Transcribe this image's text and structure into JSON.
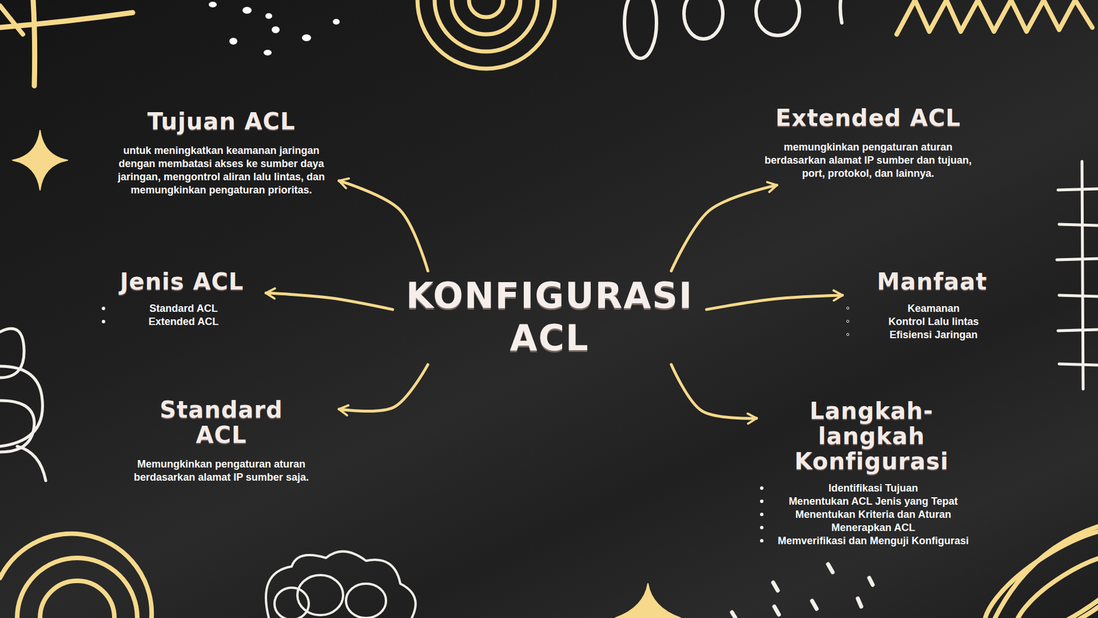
{
  "diagram": {
    "nodes": [
      {
        "text": [
          "Tujuan ACL",
          "untuk meningkatkan keamanan jaringan dengan membatasi akses ke sumber daya jaringan, mengontrol aliran lalu lintas, dan memungkinkan pengaturan prioritas."
        ]
      },
      {
        "text": [
          "Extended ACL",
          "memungkinkan pengaturan aturan berdasarkan alamat IP sumber dan tujuan, port, protokol, dan lainnya."
        ]
      },
      {
        "text": [
          "Jenis ACL",
          "Standard ACL",
          "Extended ACL"
        ]
      },
      {
        "text": [
          "KONFIGURASI ACL"
        ]
      },
      {
        "text": [
          "Manfaat",
          "Keamanan",
          "Kontrol Lalu lintas",
          "Efisiensi Jaringan"
        ]
      },
      {
        "text": [
          "Standard ACL",
          "Memungkinkan pengaturan aturan berdasarkan alamat IP sumber saja."
        ]
      },
      {
        "text": [
          "Langkah-langkah Konfigurasi",
          "Identifikasi Tujuan",
          "Menentukan ACL Jenis yang Tepat",
          "Menentukan Kriteria dan Aturan",
          "Menerapkan ACL",
          "Memverifikasi dan Menguji Konfigurasi"
        ]
      }
    ],
    "edges": [
      {
        "from": 3,
        "to": 0,
        "arrow": "to"
      },
      {
        "from": 3,
        "to": 1,
        "arrow": "to"
      },
      {
        "from": 3,
        "to": 2,
        "arrow": "to"
      },
      {
        "from": 3,
        "to": 4,
        "arrow": "to"
      },
      {
        "from": 3,
        "to": 5,
        "arrow": "to"
      },
      {
        "from": 3,
        "to": 6,
        "arrow": "to"
      }
    ]
  }
}
